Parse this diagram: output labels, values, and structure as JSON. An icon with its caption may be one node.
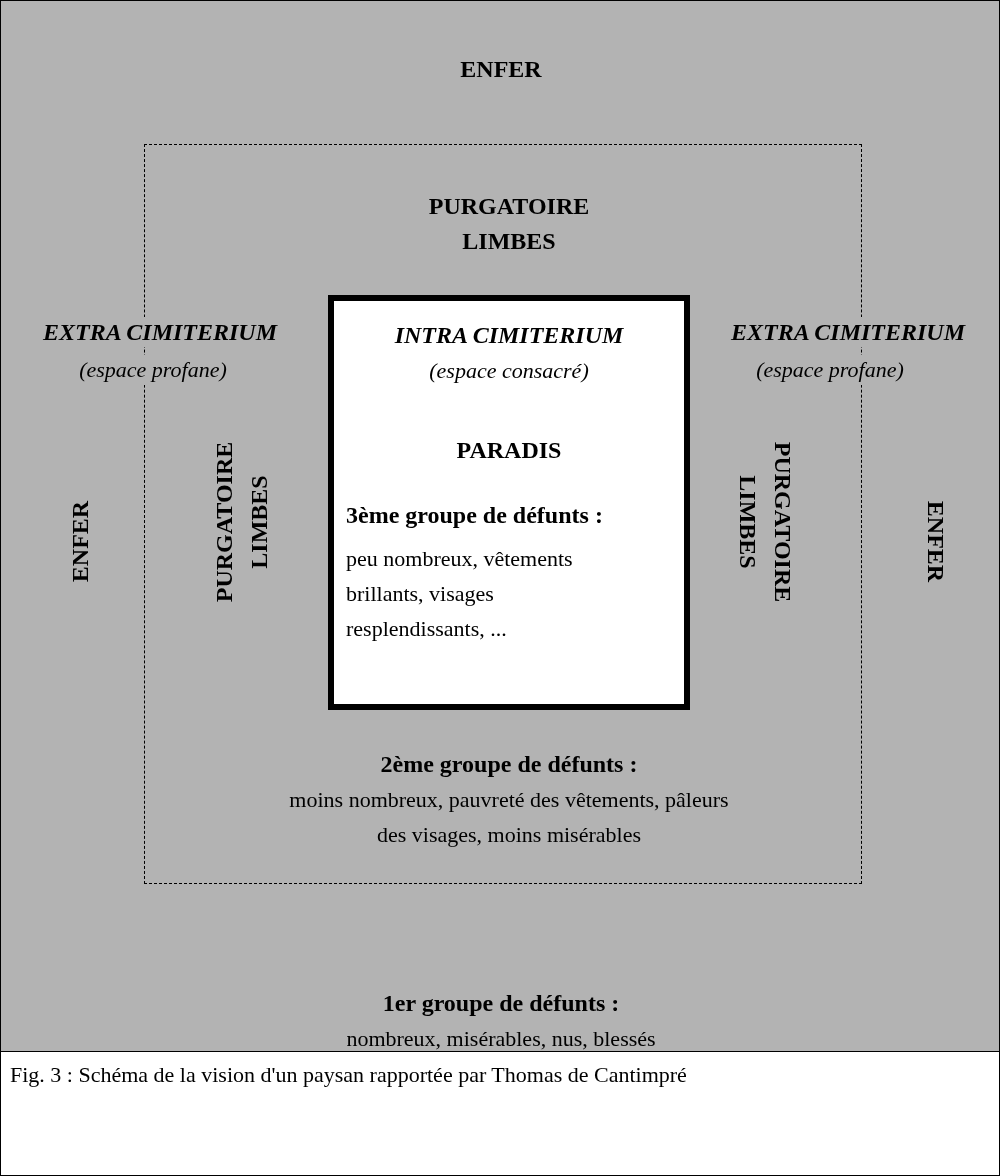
{
  "diagram": {
    "caption": "Fig. 3 : Schéma de la vision d'un paysan rapportée par Thomas de Cantimpré",
    "nodes": [
      {
        "text": [
          "ENFER",
          "ENFER",
          "ENFER",
          "1er groupe de défunts :",
          "nombreux, misérables, nus, blessés"
        ]
      },
      {
        "text": [
          "PURGATOIRE LIMBES",
          "PURGATOIRE LIMBES",
          "PURGATOIRE LIMBES",
          "2ème groupe de défunts :",
          "moins nombreux, pauvreté des vêtements, pâleurs des visages, moins misérables"
        ],
        "in": 0
      },
      {
        "text": [
          "INTRA CIMITERIUM",
          "(espace consacré)",
          "PARADIS",
          "3ème groupe de défunts :",
          "peu nombreux, vêtements brillants, visages resplendissants, ..."
        ],
        "in": 1
      }
    ],
    "edges": [],
    "labels": [
      "EXTRA CIMITERIUM",
      "(espace profane)",
      "EXTRA CIMITERIUM",
      "(espace profane)"
    ]
  }
}
